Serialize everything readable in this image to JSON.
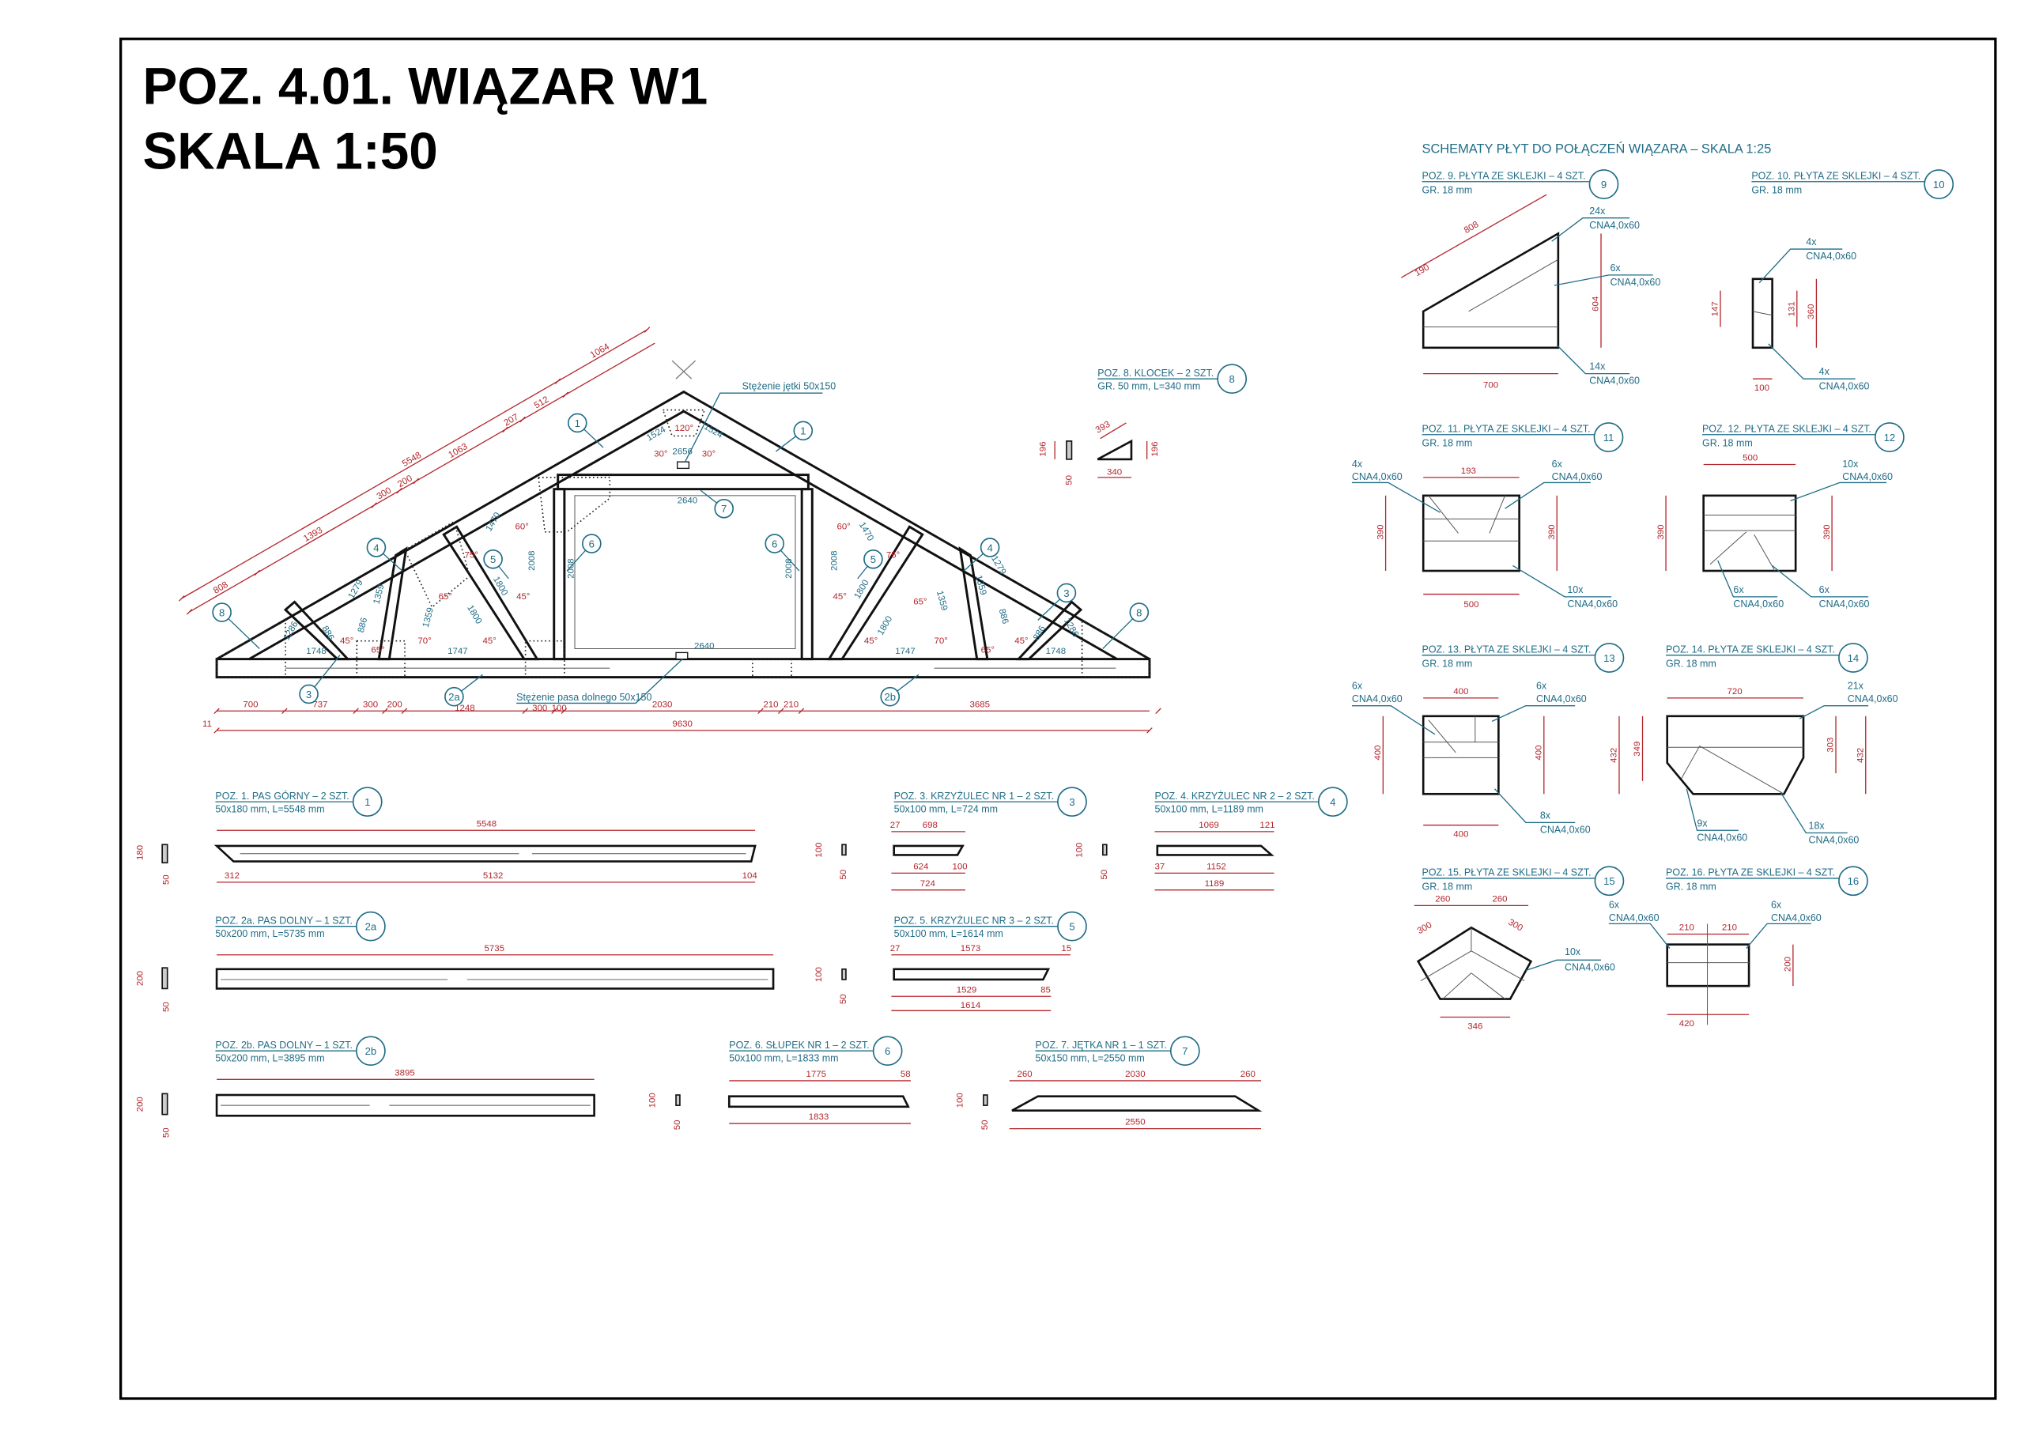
{
  "title": {
    "line1": "POZ. 4.01. WIĄZAR W1",
    "line2": "SKALA 1:50"
  },
  "colors": {
    "dimension": "#b3262d",
    "label": "#1f6c86",
    "line": "#111111"
  },
  "truss": {
    "top_dims_inner": [
      808,
      1393,
      300,
      200,
      1063,
      207,
      512
    ],
    "top_dims_outer": {
      "total": "5548",
      "end": "1064"
    },
    "bottom_dims": [
      700,
      737,
      300,
      200,
      1248,
      300,
      100,
      2030,
      210,
      210,
      3685
    ],
    "bottom_offset": "11",
    "bottom_total": "9630",
    "bracing_collar": "Stężenie jętki 50x150",
    "bracing_bottom": "Stężenie pasa dolnego 50x150",
    "collar_len_top": "2656",
    "collar_len": "2640",
    "bottom_len": "2640",
    "markers": [
      "1",
      "1",
      "7",
      "6",
      "6",
      "4",
      "4",
      "5",
      "5",
      "3",
      "3",
      "8",
      "8",
      "2a",
      "2b"
    ],
    "inner_dims": {
      "apex": [
        "1524",
        "120°",
        "1524",
        "30°",
        "30°"
      ],
      "left": [
        "1470",
        "60°",
        "75°",
        "2008",
        "2008",
        "1800",
        "45°",
        "1279",
        "1359",
        "886",
        "65°",
        "1359",
        "65°",
        "1800",
        "70°",
        "45°",
        "1747",
        "1286",
        "886",
        "1748",
        "45°"
      ],
      "right": [
        "1470",
        "60°",
        "75°",
        "2008",
        "2008",
        "1800",
        "45°",
        "1279",
        "1359",
        "886",
        "65°",
        "1359",
        "65°",
        "1800",
        "70°",
        "45°",
        "1747",
        "1286",
        "886",
        "1748",
        "45°"
      ]
    }
  },
  "parts": {
    "p1": {
      "title": "POZ. 1. PAS GÓRNY – 2 SZT.",
      "spec": "50x180 mm, L=5548 mm",
      "no": "1",
      "len": "5548",
      "d1": "312",
      "d2": "5132",
      "d3": "104",
      "h": "180",
      "w": "50"
    },
    "p2a": {
      "title": "POZ. 2a. PAS DOLNY – 1 SZT.",
      "spec": "50x200 mm, L=5735 mm",
      "no": "2a",
      "len": "5735",
      "h": "200",
      "w": "50"
    },
    "p2b": {
      "title": "POZ. 2b. PAS DOLNY – 1 SZT.",
      "spec": "50x200 mm, L=3895 mm",
      "no": "2b",
      "len": "3895",
      "h": "200",
      "w": "50"
    },
    "p3": {
      "title": "POZ. 3. KRZYŻULEC NR 1 – 2 SZT.",
      "spec": "50x100 mm, L=724 mm",
      "no": "3",
      "a": "27",
      "b": "698",
      "c": "624",
      "d": "100",
      "len": "724",
      "h": "100",
      "w": "50"
    },
    "p4": {
      "title": "POZ. 4. KRZYŻULEC NR 2 – 2 SZT.",
      "spec": "50x100 mm, L=1189 mm",
      "no": "4",
      "a": "1069",
      "b": "121",
      "c": "37",
      "d": "1152",
      "len": "1189",
      "h": "100",
      "w": "50"
    },
    "p5": {
      "title": "POZ. 5. KRZYŻULEC NR 3 – 2 SZT.",
      "spec": "50x100 mm, L=1614 mm",
      "no": "5",
      "a": "27",
      "b": "1573",
      "c": "15",
      "d": "1529",
      "e": "85",
      "len": "1614",
      "h": "100",
      "w": "50"
    },
    "p6": {
      "title": "POZ. 6. SŁUPEK NR 1 – 2 SZT.",
      "spec": "50x100 mm, L=1833 mm",
      "no": "6",
      "a": "1775",
      "b": "58",
      "len": "1833",
      "h": "100",
      "w": "50"
    },
    "p7": {
      "title": "POZ. 7. JĘTKA NR 1 – 1 SZT.",
      "spec": "50x150 mm, L=2550 mm",
      "no": "7",
      "a": "260",
      "b": "2030",
      "c": "260",
      "len": "2550",
      "h": "100",
      "w": "50"
    },
    "p8": {
      "title": "POZ. 8. KLOCEK – 2 SZT.",
      "spec": "GR. 50 mm, L=340 mm",
      "no": "8",
      "diag": "393",
      "h1": "196",
      "h2": "196",
      "w": "50",
      "len": "340"
    }
  },
  "plates": {
    "section_title": "SCHEMATY PŁYT DO POŁĄCZEŃ WIĄZARA – SKALA 1:25",
    "thickness": "GR. 18 mm",
    "nail": "CNA4,0x60",
    "items": [
      {
        "title": "POZ. 9. PŁYTA ZE SKLEJKI – 4 SZT.",
        "no": "9",
        "dims": [
          "700",
          "604",
          "808",
          "190"
        ],
        "nails": [
          "24x",
          "6x",
          "14x"
        ]
      },
      {
        "title": "POZ. 10. PŁYTA ZE SKLEJKI – 4 SZT.",
        "no": "10",
        "dims": [
          "360",
          "100",
          "147",
          "131"
        ],
        "nails": [
          "4x",
          "4x"
        ]
      },
      {
        "title": "POZ. 11. PŁYTA ZE SKLEJKI – 4 SZT.",
        "no": "11",
        "dims": [
          "500",
          "390",
          "390",
          "193"
        ],
        "nails": [
          "4x",
          "6x",
          "10x"
        ]
      },
      {
        "title": "POZ. 12. PŁYTA ZE SKLEJKI – 4 SZT.",
        "no": "12",
        "dims": [
          "500",
          "390",
          "390"
        ],
        "nails": [
          "10x",
          "6x",
          "6x"
        ]
      },
      {
        "title": "POZ. 13. PŁYTA ZE SKLEJKI – 4 SZT.",
        "no": "13",
        "dims": [
          "400",
          "400",
          "400",
          "400"
        ],
        "nails": [
          "6x",
          "6x",
          "8x"
        ]
      },
      {
        "title": "POZ. 14. PŁYTA ZE SKLEJKI – 4 SZT.",
        "no": "14",
        "dims": [
          "720",
          "432",
          "432",
          "349",
          "303"
        ],
        "nails": [
          "21x",
          "9x",
          "18x"
        ]
      },
      {
        "title": "POZ. 15. PŁYTA ZE SKLEJKI – 4 SZT.",
        "no": "15",
        "dims": [
          "260",
          "260",
          "346",
          "300",
          "300"
        ],
        "nails": [
          "10x"
        ]
      },
      {
        "title": "POZ. 16. PŁYTA ZE SKLEJKI – 4 SZT.",
        "no": "16",
        "dims": [
          "210",
          "210",
          "420",
          "200"
        ],
        "nails": [
          "6x",
          "6x"
        ]
      }
    ]
  }
}
